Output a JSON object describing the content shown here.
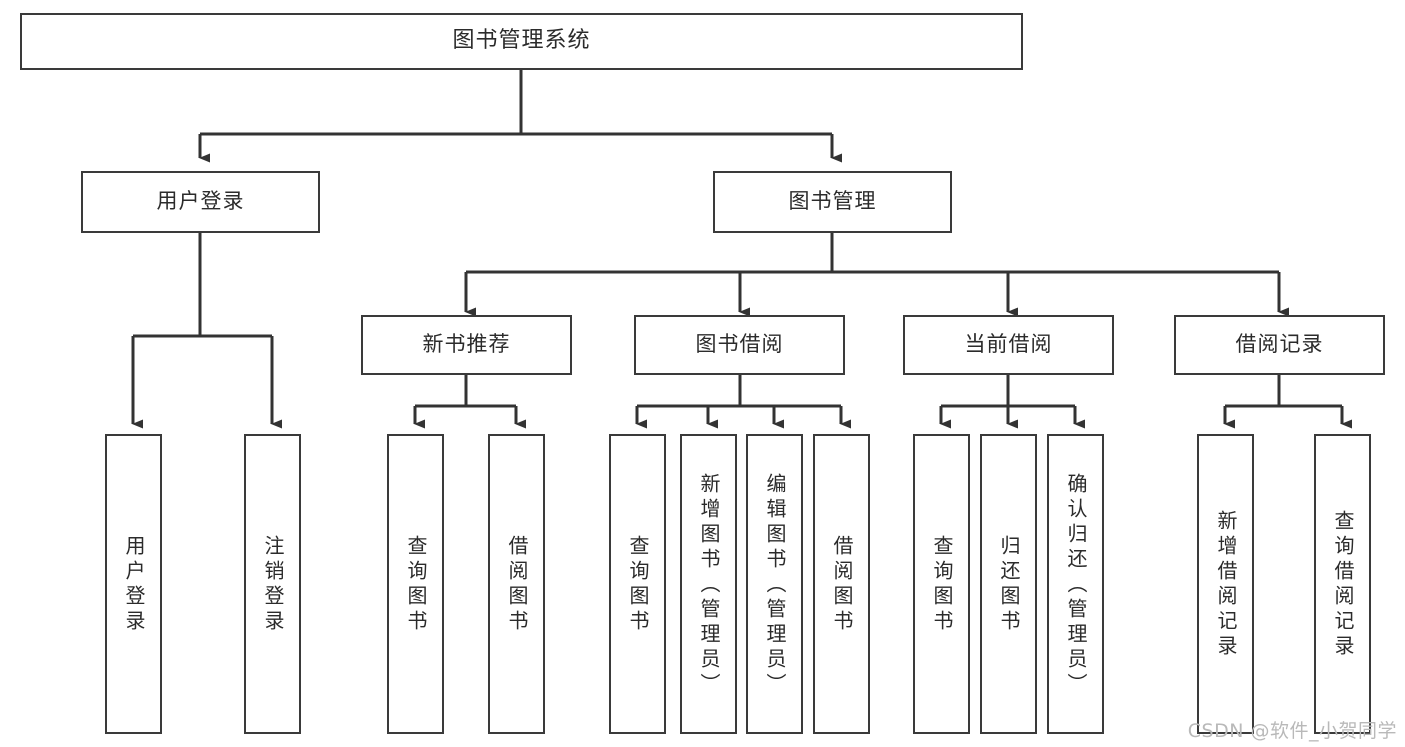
{
  "diagram": {
    "title": "图书管理系统",
    "type": "tree-hierarchy",
    "watermark": "CSDN @软件_小贺同学",
    "colors": {
      "box_border": "#3a3a3a",
      "box_fill": "#ffffff",
      "connector": "#333333",
      "text": "#2b2b2b",
      "watermark": "#b9b9b9"
    },
    "levels": {
      "root": {
        "label": "图书管理系统"
      },
      "level2": [
        {
          "label": "用户登录"
        },
        {
          "label": "图书管理"
        }
      ],
      "level3": [
        {
          "label": "新书推荐"
        },
        {
          "label": "图书借阅"
        },
        {
          "label": "当前借阅"
        },
        {
          "label": "借阅记录"
        }
      ],
      "leaves": {
        "user_login": [
          {
            "label": "用户登录"
          },
          {
            "label": "注销登录"
          }
        ],
        "new_book": [
          {
            "label": "查询图书"
          },
          {
            "label": "借阅图书"
          }
        ],
        "borrow_book": [
          {
            "label": "查询图书"
          },
          {
            "label": "新增图书（管理员）"
          },
          {
            "label": "编辑图书（管理员）"
          },
          {
            "label": "借阅图书"
          }
        ],
        "current_borrow": [
          {
            "label": "查询图书"
          },
          {
            "label": "归还图书"
          },
          {
            "label": "确认归还（管理员）"
          }
        ],
        "borrow_record": [
          {
            "label": "新增借阅记录"
          },
          {
            "label": "查询借阅记录"
          }
        ]
      }
    }
  }
}
